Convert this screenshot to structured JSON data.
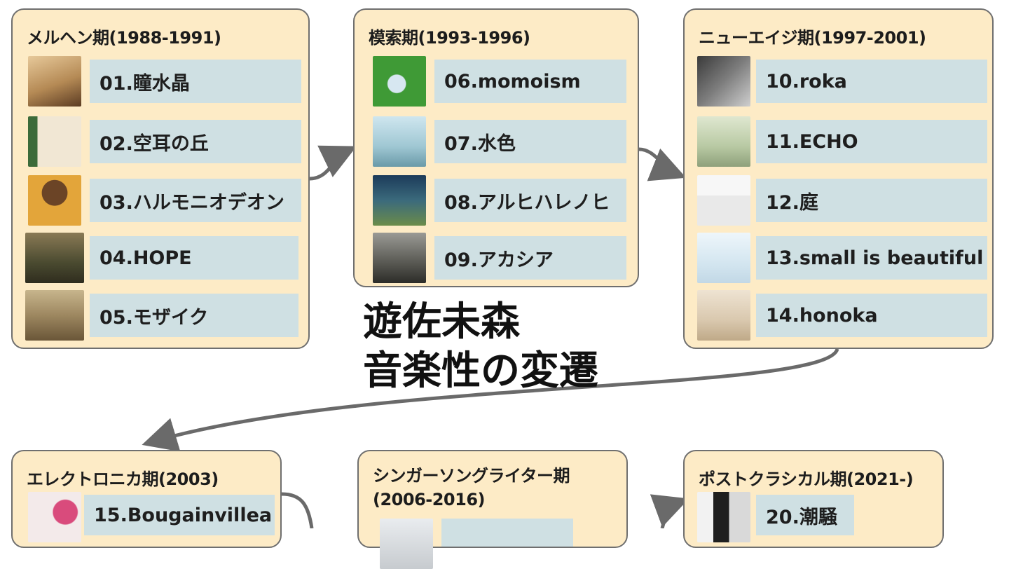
{
  "title": {
    "line1": "遊佐未森",
    "line2": "音楽性の変遷"
  },
  "periods": [
    {
      "title": "メルヘン期(1988-1991)",
      "items": [
        "01.瞳水晶",
        "02.空耳の丘",
        "03.ハルモニオデオン",
        "04.HOPE",
        "05.モザイク"
      ]
    },
    {
      "title": "模索期(1993-1996)",
      "items": [
        "06.momoism",
        "07.水色",
        "08.アルヒハレノヒ",
        "09.アカシア"
      ]
    },
    {
      "title": "ニューエイジ期(1997-2001)",
      "items": [
        "10.roka",
        "11.ECHO",
        "12.庭",
        "13.small is beautiful",
        "14.honoka"
      ]
    },
    {
      "title": "エレクトロニカ期(2003)",
      "items": [
        "15.Bougainvillea"
      ]
    },
    {
      "title": "シンガーソングライター期\n(2006-2016)",
      "title_line1": "シンガーソングライター期",
      "title_line2": "(2006-2016)",
      "items": []
    },
    {
      "title": "ポストクラシカル期(2021-)",
      "items": [
        "20.潮騒"
      ]
    }
  ],
  "colors": {
    "panel_bg": "#fdebc6",
    "panel_border": "#6f6f6f",
    "label_bg": "#cfe0e3",
    "arrow": "#6a6a6a"
  }
}
